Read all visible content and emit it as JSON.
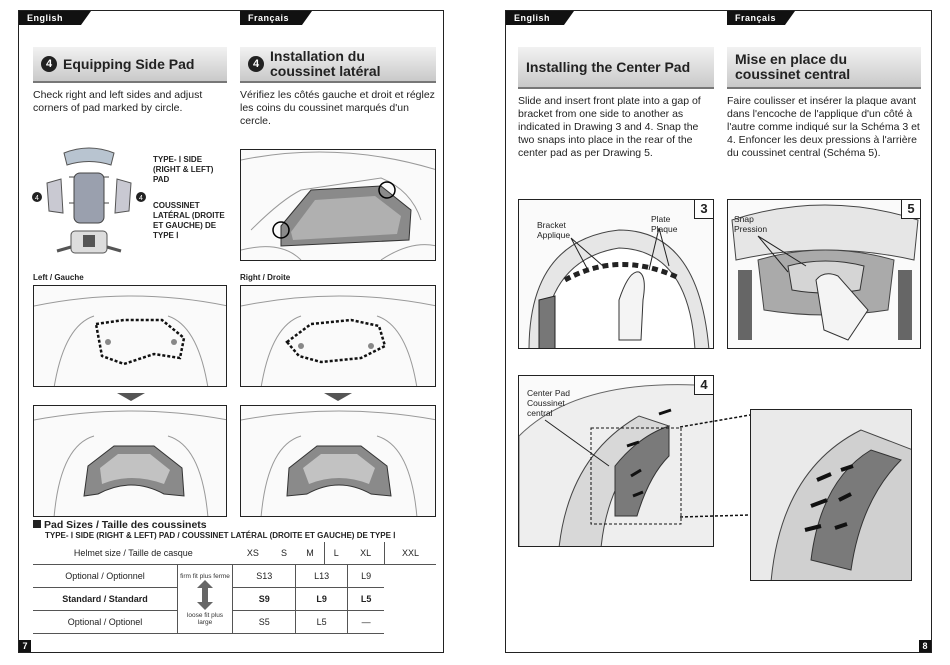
{
  "left_page": {
    "lang_en": "English",
    "lang_fr": "Français",
    "step_number": "4",
    "title_en": "Equipping Side Pad",
    "title_fr": "Installation du coussinet latéral",
    "body_en": "Check right and left sides and adjust corners of pad marked by circle.",
    "body_fr": "Vérifiez les côtés gauche et droit et réglez les coins du coussinet marqués d'un cercle.",
    "pad_label_en": "TYPE- Ⅰ SIDE (RIGHT & LEFT) PAD",
    "pad_label_fr": "COUSSINET LATÉRAL (DROITE ET GAUCHE) DE TYPE Ⅰ",
    "left_label": "Left / Gauche",
    "right_label": "Right / Droite",
    "sizes_heading": "Pad Sizes / Taille des coussinets",
    "sizes_subheading": "TYPE- Ⅰ  SIDE (RIGHT & LEFT) PAD / COUSSINET LATÉRAL (DROITE ET GAUCHE) DE TYPE Ⅰ",
    "helmet_size_label": "Helmet size / Taille de casque",
    "size_columns": [
      "XS",
      "S",
      "M",
      "L",
      "XL",
      "XXL"
    ],
    "firm_fit": "firm fit plus ferme",
    "loose_fit": "loose fit plus large",
    "rows": [
      {
        "label": "Optional / Optionnel",
        "a": "S13",
        "b": "L13",
        "c": "L9"
      },
      {
        "label": "Standard / Standard",
        "a": "S9",
        "b": "L9",
        "c": "L5"
      },
      {
        "label": "Optional / Optionel",
        "a": "S5",
        "b": "L5",
        "c": "—"
      }
    ],
    "page_number": "7"
  },
  "right_page": {
    "lang_en": "English",
    "lang_fr": "Français",
    "title_en": "Installing the Center Pad",
    "title_fr": "Mise en place du coussinet central",
    "body_en": "Slide and insert front plate into a gap of bracket from one side to another as indicated in Drawing 3 and 4. Snap the two snaps into place in the rear of the center pad as per Drawing 5.",
    "body_fr": "Faire coulisser et insérer la plaque avant dans l'encoche de l'applique d'un côté à l'autre comme indiqué sur la Schéma 3 et 4. Enfoncer les deux pressions à l'arrière du coussinet central (Schéma 5).",
    "drawing3_badge": "3",
    "drawing4_badge": "4",
    "drawing5_badge": "5",
    "bracket_label": "Bracket Applique",
    "plate_label": "Plate Plaque",
    "snap_label": "Snap Pression",
    "center_pad_label": "Center Pad Coussinet central",
    "page_number": "8"
  }
}
